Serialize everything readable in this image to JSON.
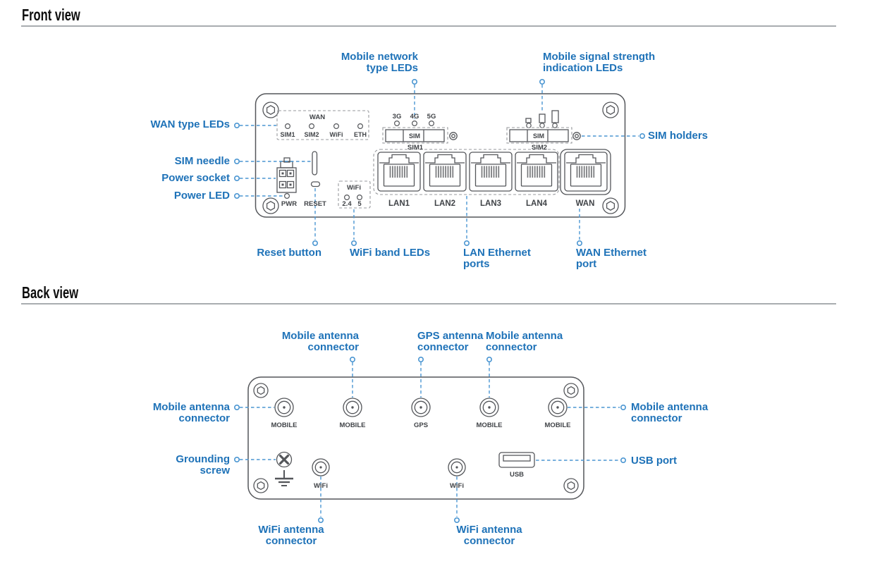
{
  "front": {
    "heading": "Front view",
    "callouts": {
      "mobile_network_type": [
        "Mobile network",
        "type LEDs"
      ],
      "mobile_signal_strength": [
        "Mobile signal strength",
        "indication LEDs"
      ],
      "wan_type_leds": "WAN type LEDs",
      "sim_needle": "SIM needle",
      "power_socket": "Power socket",
      "power_led": "Power LED",
      "sim_holders": "SIM holders",
      "reset_button": "Reset button",
      "wifi_band_leds": "WiFi band LEDs",
      "lan_ethernet_ports": [
        "LAN Ethernet",
        "ports"
      ],
      "wan_ethernet_port": [
        "WAN Ethernet",
        "port"
      ]
    },
    "panel": {
      "wan_led_group_title": "WAN",
      "wan_leds": [
        "SIM1",
        "SIM2",
        "WiFi",
        "ETH"
      ],
      "network_type_leds": [
        "3G",
        "4G",
        "5G"
      ],
      "sim_slots": [
        {
          "slot": "SIM",
          "label": "SIM1"
        },
        {
          "slot": "SIM",
          "label": "SIM2"
        }
      ],
      "power_led_label": "PWR",
      "reset_label": "RESET",
      "wifi_group_title": "WiFi",
      "wifi_bands": [
        "2.4",
        "5"
      ],
      "lan_ports": [
        "LAN1",
        "LAN2",
        "LAN3",
        "LAN4"
      ],
      "wan_port_label": "WAN"
    }
  },
  "back": {
    "heading": "Back view",
    "callouts": {
      "mobile_top_left": [
        "Mobile antenna",
        "connector"
      ],
      "gps": [
        "GPS antenna",
        "connector"
      ],
      "mobile_top_right": [
        "Mobile antenna",
        "connector"
      ],
      "mobile_left": [
        "Mobile antenna",
        "connector"
      ],
      "grounding_screw": [
        "Grounding",
        "screw"
      ],
      "mobile_right": [
        "Mobile antenna",
        "connector"
      ],
      "usb_port": "USB port",
      "wifi_left": [
        "WiFi antenna",
        "connector"
      ],
      "wifi_right": [
        "WiFi antenna",
        "connector"
      ]
    },
    "panel": {
      "antennas": [
        "MOBILE",
        "MOBILE",
        "GPS",
        "MOBILE",
        "MOBILE"
      ],
      "wifi_connectors": [
        "WiFi",
        "WiFi"
      ],
      "usb_label": "USB"
    }
  },
  "colors": {
    "label_blue": "#1e72b8",
    "callout_line_blue": "#4b96d2",
    "outline_gray": "#54565a"
  }
}
